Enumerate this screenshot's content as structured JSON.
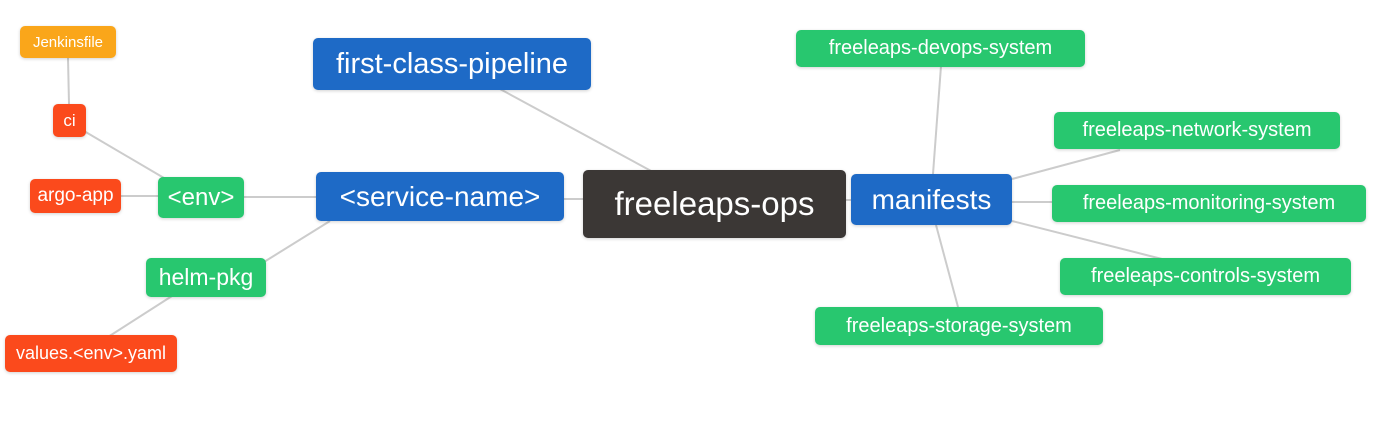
{
  "diagram": {
    "type": "mindmap",
    "background": "#ffffff",
    "edge_color": "#cccccc",
    "text_color": "#ffffff",
    "palette": {
      "blue": "#1e6ac6",
      "green": "#28c76f",
      "orange": "#faa61a",
      "red": "#fb4a1c",
      "dark": "#3b3735"
    },
    "root_id": "freeleaps-ops",
    "nodes": {
      "jenkinsfile": {
        "label": "Jenkinsfile",
        "color": "orange"
      },
      "ci": {
        "label": "ci",
        "color": "red"
      },
      "argo-app": {
        "label": "argo-app",
        "color": "red"
      },
      "env": {
        "label": "<env>",
        "color": "green"
      },
      "helm-pkg": {
        "label": "helm-pkg",
        "color": "green"
      },
      "values-env-yaml": {
        "label": "values.<env>.yaml",
        "color": "red"
      },
      "first-class-pipeline": {
        "label": "first-class-pipeline",
        "color": "blue"
      },
      "service-name": {
        "label": "<service-name>",
        "color": "blue"
      },
      "freeleaps-ops": {
        "label": "freeleaps-ops",
        "color": "dark"
      },
      "manifests": {
        "label": "manifests",
        "color": "blue"
      },
      "devops-system": {
        "label": "freeleaps-devops-system",
        "color": "green"
      },
      "network-system": {
        "label": "freeleaps-network-system",
        "color": "green"
      },
      "monitoring-system": {
        "label": "freeleaps-monitoring-system",
        "color": "green"
      },
      "controls-system": {
        "label": "freeleaps-controls-system",
        "color": "green"
      },
      "storage-system": {
        "label": "freeleaps-storage-system",
        "color": "green"
      }
    },
    "edges": [
      {
        "from": "jenkinsfile",
        "to": "ci"
      },
      {
        "from": "ci",
        "to": "env"
      },
      {
        "from": "argo-app",
        "to": "env"
      },
      {
        "from": "env",
        "to": "service-name"
      },
      {
        "from": "service-name",
        "to": "helm-pkg"
      },
      {
        "from": "helm-pkg",
        "to": "values-env-yaml"
      },
      {
        "from": "first-class-pipeline",
        "to": "freeleaps-ops"
      },
      {
        "from": "service-name",
        "to": "freeleaps-ops"
      },
      {
        "from": "freeleaps-ops",
        "to": "manifests"
      },
      {
        "from": "manifests",
        "to": "devops-system"
      },
      {
        "from": "manifests",
        "to": "network-system"
      },
      {
        "from": "manifests",
        "to": "monitoring-system"
      },
      {
        "from": "manifests",
        "to": "controls-system"
      },
      {
        "from": "manifests",
        "to": "storage-system"
      }
    ]
  }
}
